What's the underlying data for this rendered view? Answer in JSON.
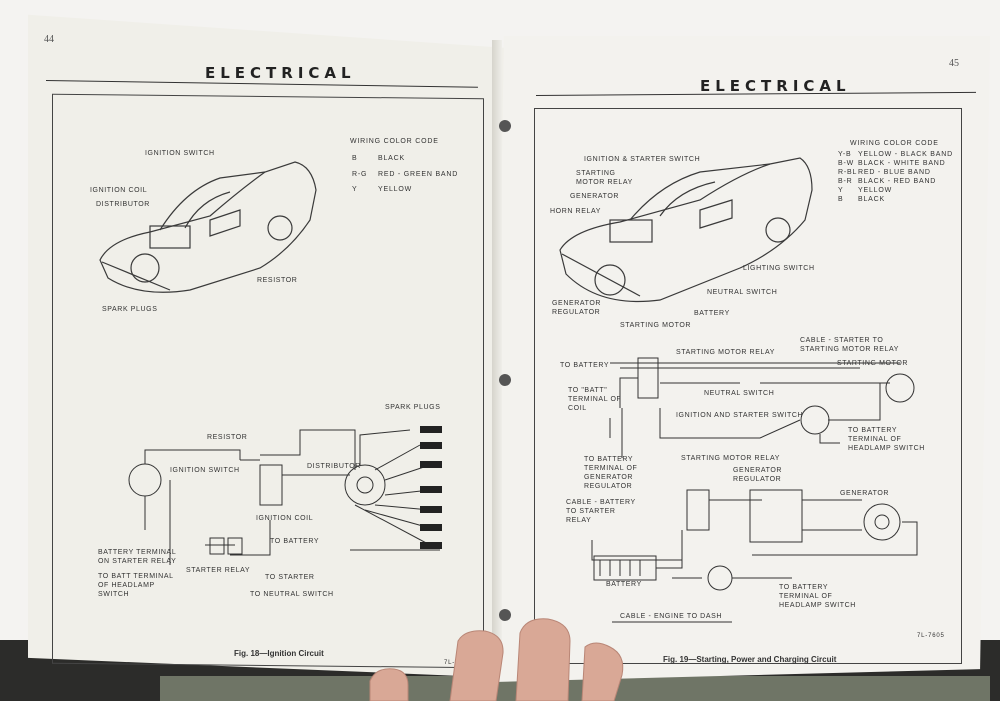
{
  "left_page": {
    "page_number": "44",
    "header": "ELECTRICAL",
    "color_code": {
      "title": "WIRING COLOR CODE",
      "entries": [
        {
          "code": "B",
          "desc": "BLACK"
        },
        {
          "code": "R-G",
          "desc": "RED - GREEN BAND"
        },
        {
          "code": "Y",
          "desc": "YELLOW"
        }
      ]
    },
    "car_labels": {
      "ignition_switch": "IGNITION SWITCH",
      "ignition_coil": "IGNITION COIL",
      "distributor": "DISTRIBUTOR",
      "resistor": "RESISTOR",
      "spark_plugs": "SPARK PLUGS"
    },
    "schematic_labels": {
      "spark_plugs": "SPARK PLUGS",
      "resistor": "RESISTOR",
      "ignition_switch": "IGNITION SWITCH",
      "distributor": "DISTRIBUTOR",
      "ignition_coil": "IGNITION COIL",
      "battery_terminal": "BATTERY TERMINAL ON STARTER RELAY",
      "batt_terminal": "TO BATT TERMINAL OF HEADLAMP SWITCH",
      "starter_relay": "STARTER RELAY",
      "to_battery": "TO BATTERY",
      "to_starter": "TO STARTER",
      "to_neutral": "TO NEUTRAL SWITCH"
    },
    "caption": "Fig. 18—Ignition Circuit",
    "ref": "7L-7604"
  },
  "right_page": {
    "page_number": "45",
    "header": "ELECTRICAL",
    "color_code": {
      "title": "WIRING COLOR CODE",
      "entries": [
        {
          "code": "Y-B",
          "desc": "YELLOW - BLACK BAND"
        },
        {
          "code": "B-W",
          "desc": "BLACK - WHITE BAND"
        },
        {
          "code": "R-BL",
          "desc": "RED - BLUE BAND"
        },
        {
          "code": "B-R",
          "desc": "BLACK - RED BAND"
        },
        {
          "code": "Y",
          "desc": "YELLOW"
        },
        {
          "code": "B",
          "desc": "BLACK"
        }
      ]
    },
    "car_labels": {
      "ign_starter_switch": "IGNITION & STARTER SWITCH",
      "starting_motor_relay": "STARTING MOTOR RELAY",
      "generator": "GENERATOR",
      "horn_relay": "HORN RELAY",
      "lighting_switch": "LIGHTING SWITCH",
      "neutral_switch": "NEUTRAL SWITCH",
      "battery": "BATTERY",
      "generator_regulator": "GENERATOR REGULATOR",
      "starting_motor": "STARTING MOTOR"
    },
    "schematic_labels": {
      "starting_motor_relay": "STARTING MOTOR RELAY",
      "cable_starter": "CABLE - STARTER TO STARTING MOTOR RELAY",
      "to_battery": "TO BATTERY",
      "starting_motor": "STARTING MOTOR",
      "to_batt_coil": "TO \"BATT\" TERMINAL OF COIL",
      "neutral_switch": "NEUTRAL SWITCH",
      "ign_starter_switch": "IGNITION AND STARTER SWITCH",
      "to_battery_headlamp": "TO BATTERY TERMINAL OF HEADLAMP SWITCH",
      "to_battery_gen": "TO BATTERY TERMINAL OF GENERATOR REGULATOR",
      "starting_motor_relay2": "STARTING MOTOR RELAY",
      "generator_regulator": "GENERATOR REGULATOR",
      "generator": "GENERATOR",
      "cable_battery": "CABLE - BATTERY TO STARTER RELAY",
      "battery": "BATTERY",
      "to_battery_headlamp2": "TO BATTERY TERMINAL OF HEADLAMP SWITCH",
      "cable_engine": "CABLE - ENGINE TO DASH"
    },
    "caption": "Fig. 19—Starting, Power and Charging Circuit",
    "ref": "7L-7605"
  }
}
